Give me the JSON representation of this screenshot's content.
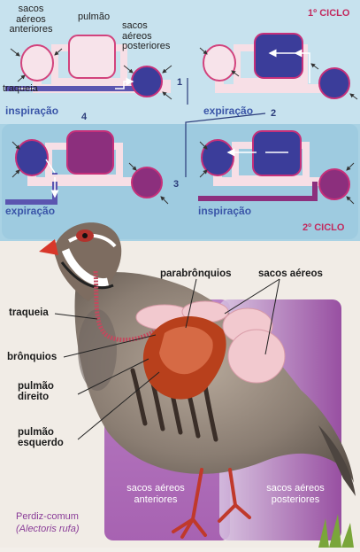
{
  "cycle_panel": {
    "labels": {
      "sacos_anteriores": "sacos\naéreos\nanteriores",
      "pulmao": "pulmão",
      "sacos_posteriores": "sacos\naéreos\nposteriores",
      "traqueia": "traqueia",
      "cycle1": "1º CICLO",
      "cycle2": "2º CICLO",
      "step1_label": "inspiração",
      "step2_label": "expiração",
      "step3_label": "inspiração",
      "step4_label": "expiração",
      "n1": "1",
      "n2": "2",
      "n3": "3",
      "n4": "4"
    }
  },
  "bird": {
    "labels": {
      "parabronquios": "parabrônquios",
      "sacos_aereos": "sacos aéreos",
      "traqueia": "traqueia",
      "bronquios": "brônquios",
      "pulmao_direito": "pulmão\ndireito",
      "pulmao_esquerdo": "pulmão\nesquerdo",
      "anteriores_box": "sacos aéreos\nanteriores",
      "posteriores_box": "sacos aéreos\nposteriores",
      "species": "Perdiz-comum",
      "species_latin": "(Alectoris rufa)"
    }
  },
  "colors": {
    "panel_bg": "#a9d2e4",
    "dark_blue": "#3b3d9a",
    "pink": "#c6307a",
    "light_pink": "#f7dfe6",
    "purple_box": "#8a3d98"
  }
}
